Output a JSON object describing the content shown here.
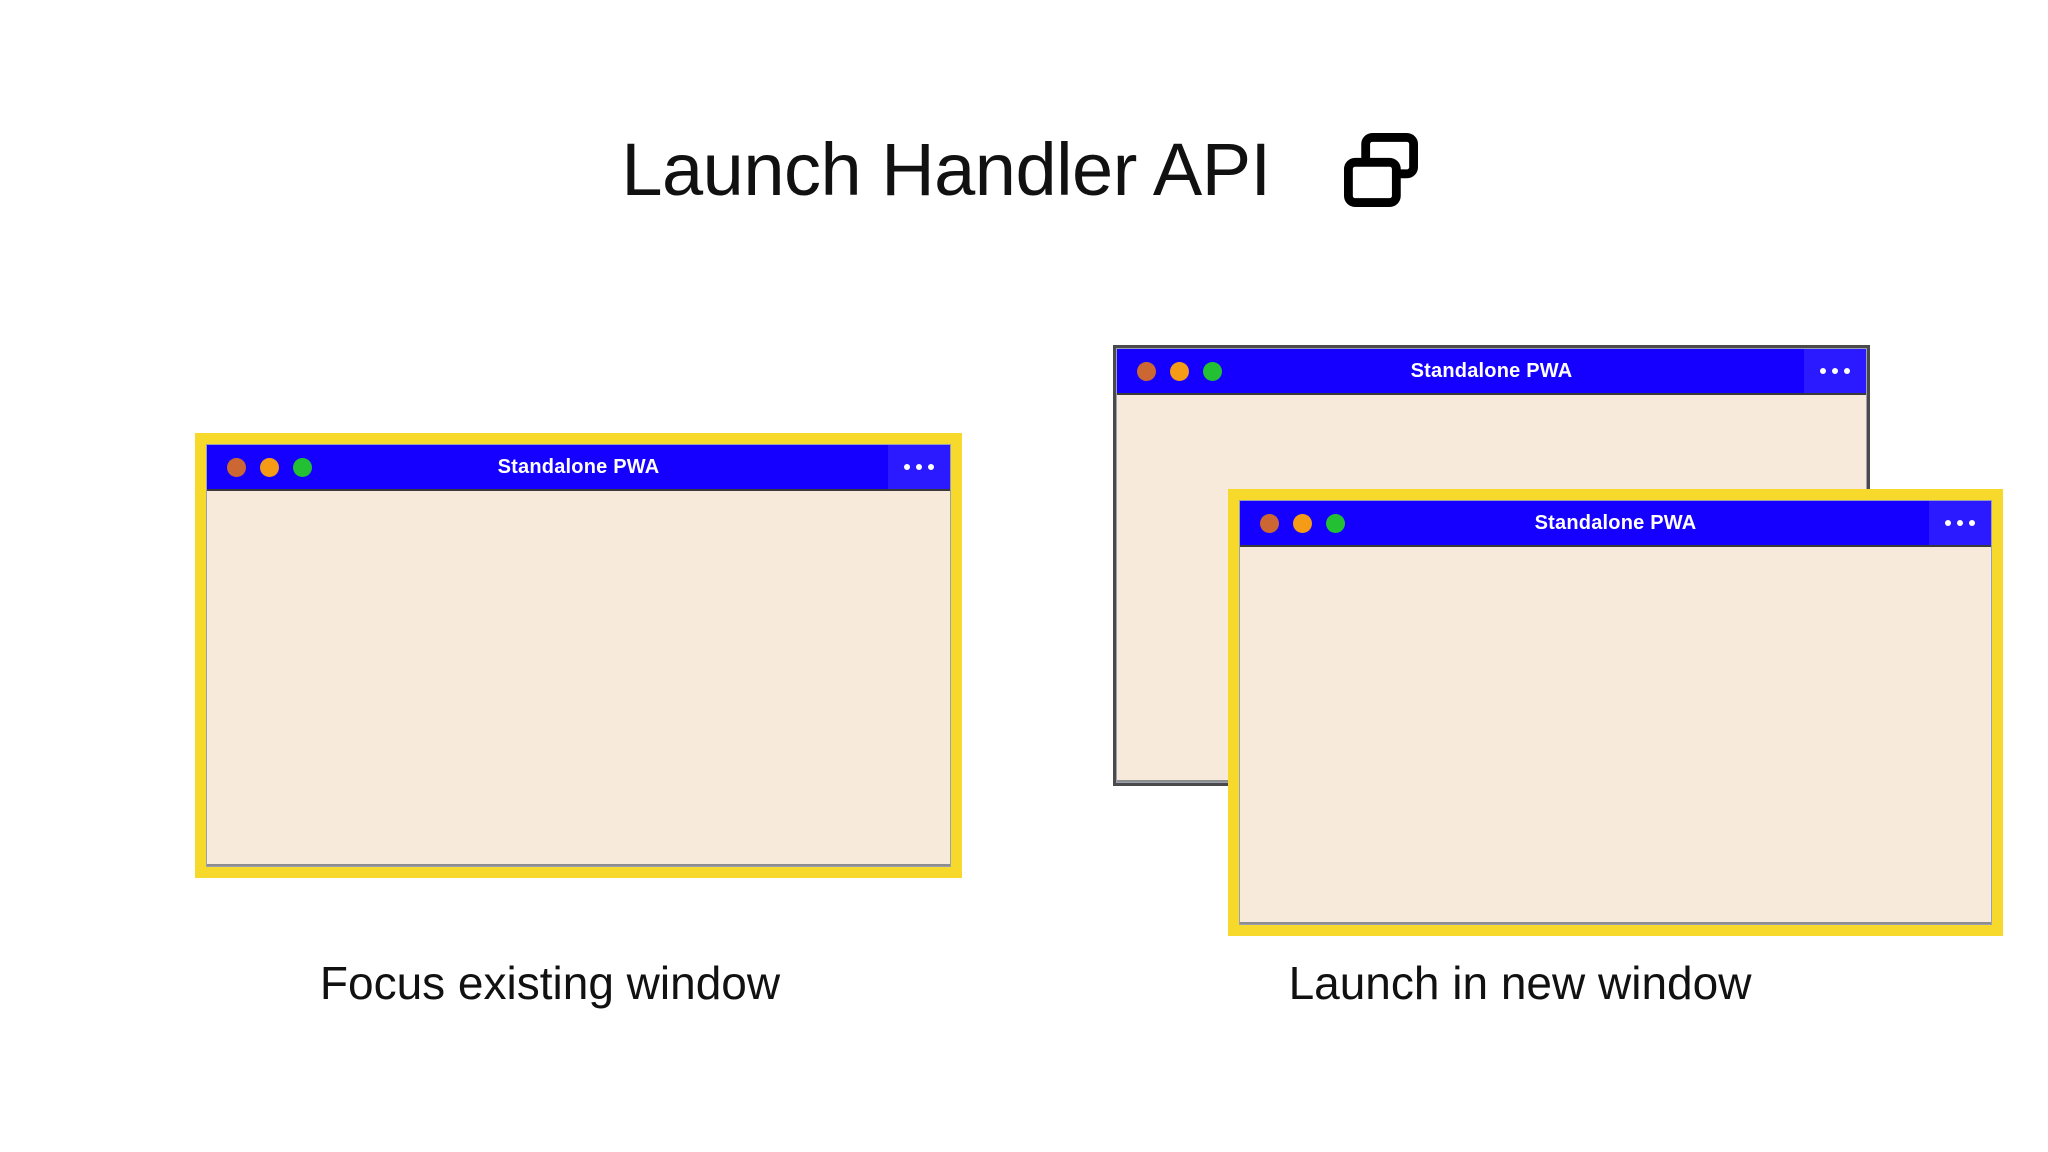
{
  "page": {
    "background_color": "#ffffff",
    "title": "Launch Handler API"
  },
  "header": {
    "title": "Launch Handler API",
    "icon": "two-windows-icon"
  },
  "theme": {
    "titlebar_blue": "#1500FF",
    "menu_button_blue": "#2b19ff",
    "window_body_cream": "#F8EADB",
    "highlight_yellow": "#F6D92B",
    "plain_border_gray": "#4a4a4a",
    "dot_close": "#CC6633",
    "dot_minimize": "#F59B16",
    "dot_maximize": "#22C032",
    "text_color": "#111111"
  },
  "windows": {
    "focus_existing": {
      "title": "Standalone PWA",
      "menu_label": "•••",
      "highlighted": "true",
      "traffic_lights": [
        "close",
        "minimize",
        "maximize"
      ]
    },
    "background": {
      "title": "Standalone PWA",
      "menu_label": "•••",
      "highlighted": "false",
      "traffic_lights": [
        "close",
        "minimize",
        "maximize"
      ]
    },
    "new_window": {
      "title": "Standalone PWA",
      "menu_label": "•••",
      "highlighted": "true",
      "traffic_lights": [
        "close",
        "minimize",
        "maximize"
      ]
    }
  },
  "captions": {
    "left": "Focus existing window",
    "right": "Launch in new window"
  }
}
